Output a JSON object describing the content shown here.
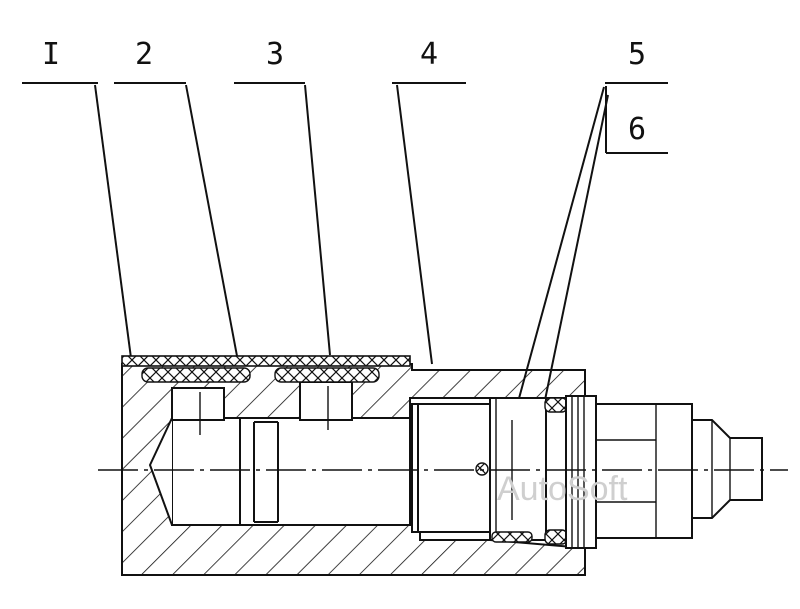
{
  "callouts": {
    "part1": "I",
    "part2": "2",
    "part3": "3",
    "part4": "4",
    "part5": "5",
    "part6": "6"
  },
  "watermark": "AutoSoft"
}
